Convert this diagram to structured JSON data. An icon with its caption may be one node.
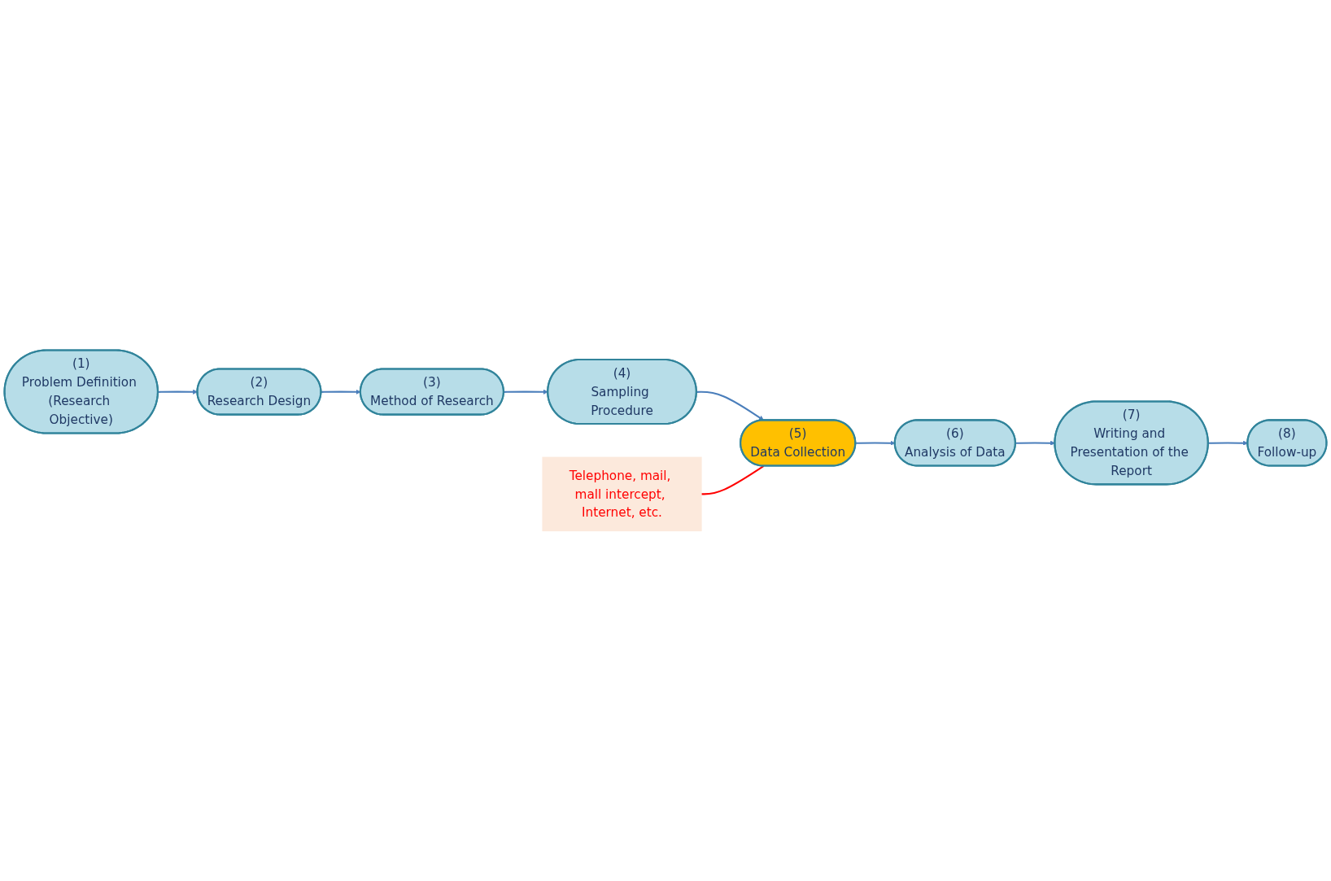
{
  "diagram": {
    "nodes": [
      {
        "text": [
          "(1)",
          "Problem Definition (Research Objective)"
        ]
      },
      {
        "text": [
          "(2)",
          "Research Design"
        ]
      },
      {
        "text": [
          "(3)",
          "Method of Research"
        ]
      },
      {
        "text": [
          "(8)",
          "Follow-up"
        ]
      },
      {
        "text": [
          "Telephone, mail, mall intercept, Internet, etc."
        ]
      },
      {
        "text": [
          "(4)",
          "Sampling Procedure"
        ]
      },
      {
        "text": [
          "(7)",
          "Writing and Presentation of the Report"
        ]
      },
      {
        "text": [
          "(6)",
          "Analysis of Data"
        ]
      },
      {
        "text": [
          "(5)",
          "Data Collection"
        ]
      }
    ],
    "edges": [
      {
        "from": 0,
        "to": 1,
        "arrow": "to"
      },
      {
        "from": 1,
        "to": 2,
        "arrow": "to"
      },
      {
        "from": 2,
        "to": 5,
        "arrow": "to"
      },
      {
        "from": 5,
        "to": 8,
        "arrow": "to"
      },
      {
        "from": 8,
        "to": 7,
        "arrow": "to"
      },
      {
        "from": 7,
        "to": 6,
        "arrow": "to"
      },
      {
        "from": 6,
        "to": 3,
        "arrow": "to"
      },
      {
        "from": 4,
        "to": 8,
        "arrow": "none",
        "color": "#ff0000"
      }
    ]
  }
}
